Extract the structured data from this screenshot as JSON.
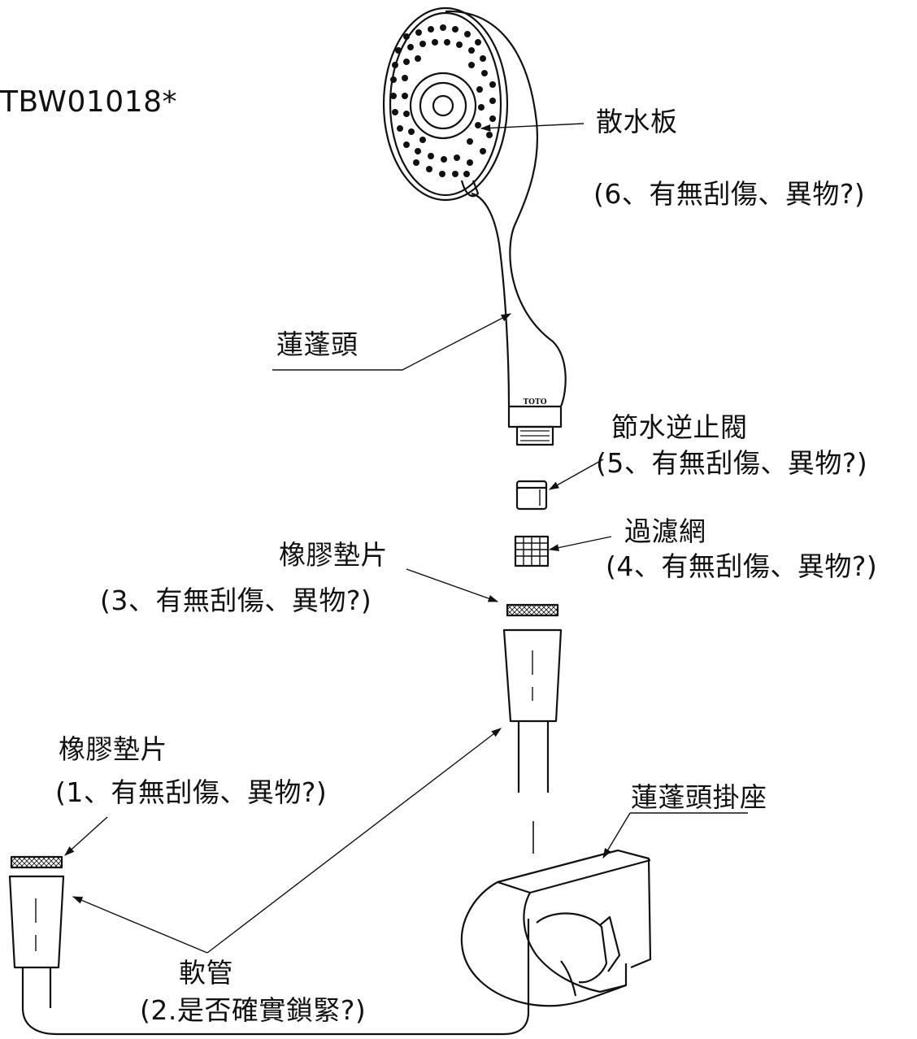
{
  "model": "TBW01018*",
  "logo_text": "TOTO",
  "labels": {
    "sprayplate": {
      "name": "散水板",
      "note": "(6、有無刮傷、異物?)"
    },
    "showerhead": {
      "name": "蓮蓬頭"
    },
    "check_valve": {
      "name": "節水逆止閥",
      "note": "(5、有無刮傷、異物?)"
    },
    "filter": {
      "name": "過濾網",
      "note": "(4、有無刮傷、異物?)"
    },
    "washer_top": {
      "name": "橡膠墊片",
      "note": "(3、有無刮傷、異物?)"
    },
    "washer_bottom": {
      "name": "橡膠墊片",
      "note": "(1、有無刮傷、異物?)"
    },
    "holder": {
      "name": "蓮蓬頭掛座"
    },
    "hose": {
      "name": "軟管",
      "note": "(2.是否確實鎖緊?)"
    }
  },
  "colors": {
    "line": "#111111",
    "fill": "#ffffff"
  }
}
